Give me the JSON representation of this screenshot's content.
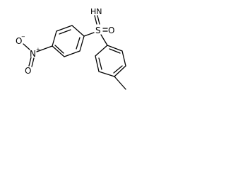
{
  "molecule": {
    "atoms": {
      "sulfur": "S",
      "imine": "HN",
      "sulfonyl_oxygen": "O",
      "nitro_nitrogen": "N",
      "nitro_oxygen_top": "O",
      "nitro_oxygen_bottom": "O",
      "nitro_n_charge": "+",
      "nitro_o_charge": "−"
    },
    "colors": {
      "bond": "#000000",
      "label": "#000000",
      "background": "#ffffff"
    }
  }
}
